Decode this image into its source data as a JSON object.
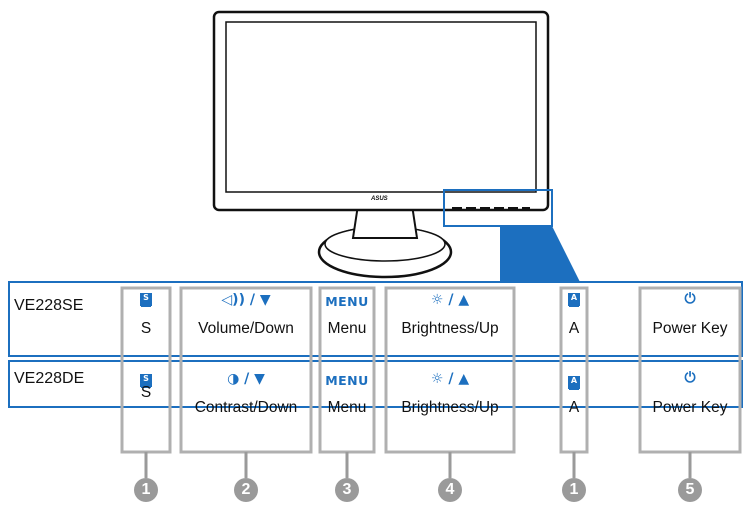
{
  "models": [
    {
      "name": "VE228SE",
      "buttons": [
        "S",
        "Volume/Down",
        "Menu",
        "Brightness/Up",
        "A",
        "Power Key"
      ]
    },
    {
      "name": "VE228DE",
      "buttons": [
        "S",
        "Contrast/Down",
        "Menu",
        "Brightness/Up",
        "A",
        "Power Key"
      ]
    }
  ],
  "icons": {
    "s_key": "S",
    "menu": "MENU",
    "a_key": "A",
    "row1_down": "speaker-down-icon",
    "row2_down": "contrast-down-icon",
    "brightness": "sun-up-icon",
    "power": "power-icon"
  },
  "monitor_logo": "ASUS",
  "callouts": [
    "1",
    "2",
    "3",
    "4",
    "1",
    "5"
  ],
  "colors": {
    "accent": "#1c6fbf",
    "column_border": "#b0b0b0",
    "callout": "#9a9a9a"
  }
}
